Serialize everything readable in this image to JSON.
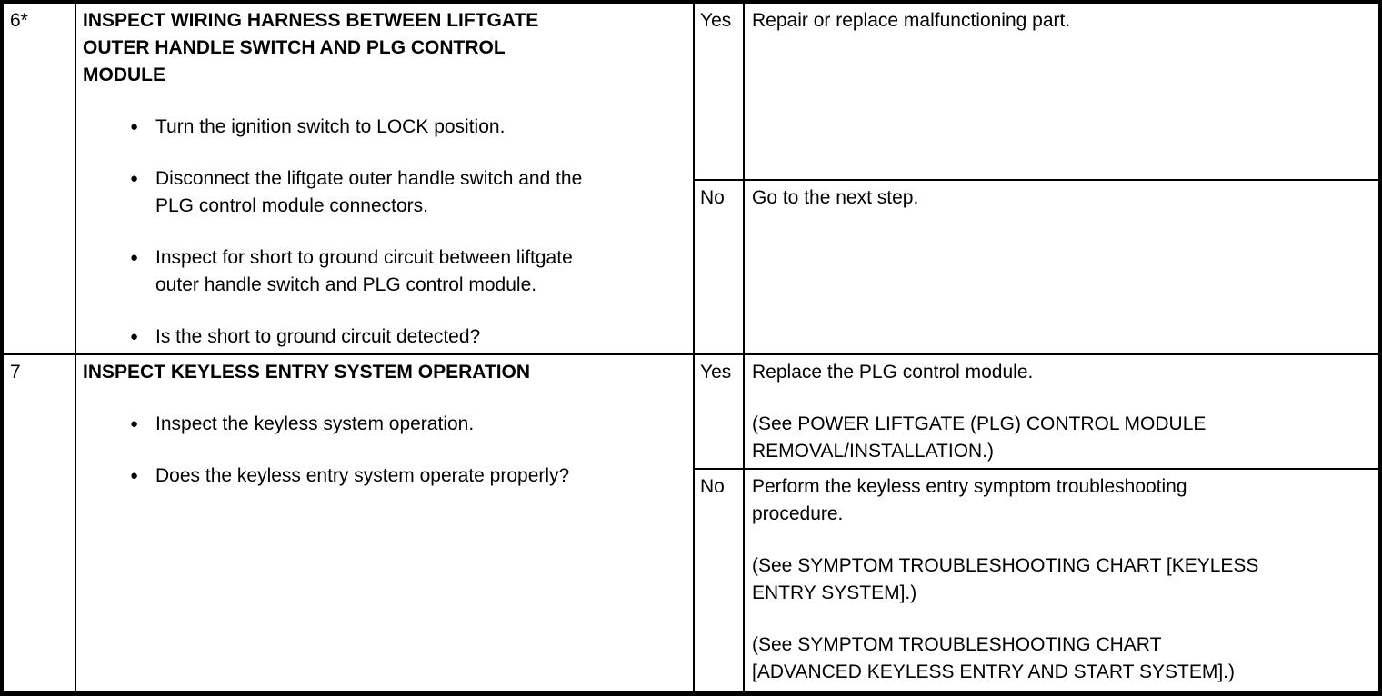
{
  "table": {
    "bullet_glyph": "●",
    "border_color": "#000000",
    "background_color": "#ffffff",
    "rows": [
      {
        "step": "6*",
        "procedure": {
          "title": "INSPECT WIRING HARNESS BETWEEN LIFTGATE\nOUTER HANDLE SWITCH AND PLG CONTROL\nMODULE",
          "bullets": [
            "Turn the ignition switch to LOCK position.",
            "Disconnect the liftgate outer handle switch and the\nPLG control module connectors.",
            "Inspect for short to ground circuit between liftgate\nouter handle switch and PLG control module.",
            "Is the short to ground circuit detected?"
          ]
        },
        "yes": {
          "label": "Yes",
          "paragraphs": [
            "Repair or replace malfunctioning part."
          ]
        },
        "no": {
          "label": "No",
          "paragraphs": [
            "Go to the next step."
          ]
        }
      },
      {
        "step": "7",
        "procedure": {
          "title": "INSPECT KEYLESS ENTRY SYSTEM OPERATION",
          "bullets": [
            "Inspect the keyless system operation.",
            "Does the keyless entry system operate properly?"
          ]
        },
        "yes": {
          "label": "Yes",
          "paragraphs": [
            "Replace the PLG control module.",
            "(See POWER LIFTGATE (PLG) CONTROL MODULE\nREMOVAL/INSTALLATION.)"
          ]
        },
        "no": {
          "label": "No",
          "paragraphs": [
            "Perform the keyless entry symptom troubleshooting\nprocedure.",
            "(See SYMPTOM TROUBLESHOOTING CHART [KEYLESS\nENTRY SYSTEM].)",
            "(See SYMPTOM TROUBLESHOOTING CHART\n[ADVANCED KEYLESS ENTRY AND START SYSTEM].)"
          ]
        }
      }
    ]
  }
}
